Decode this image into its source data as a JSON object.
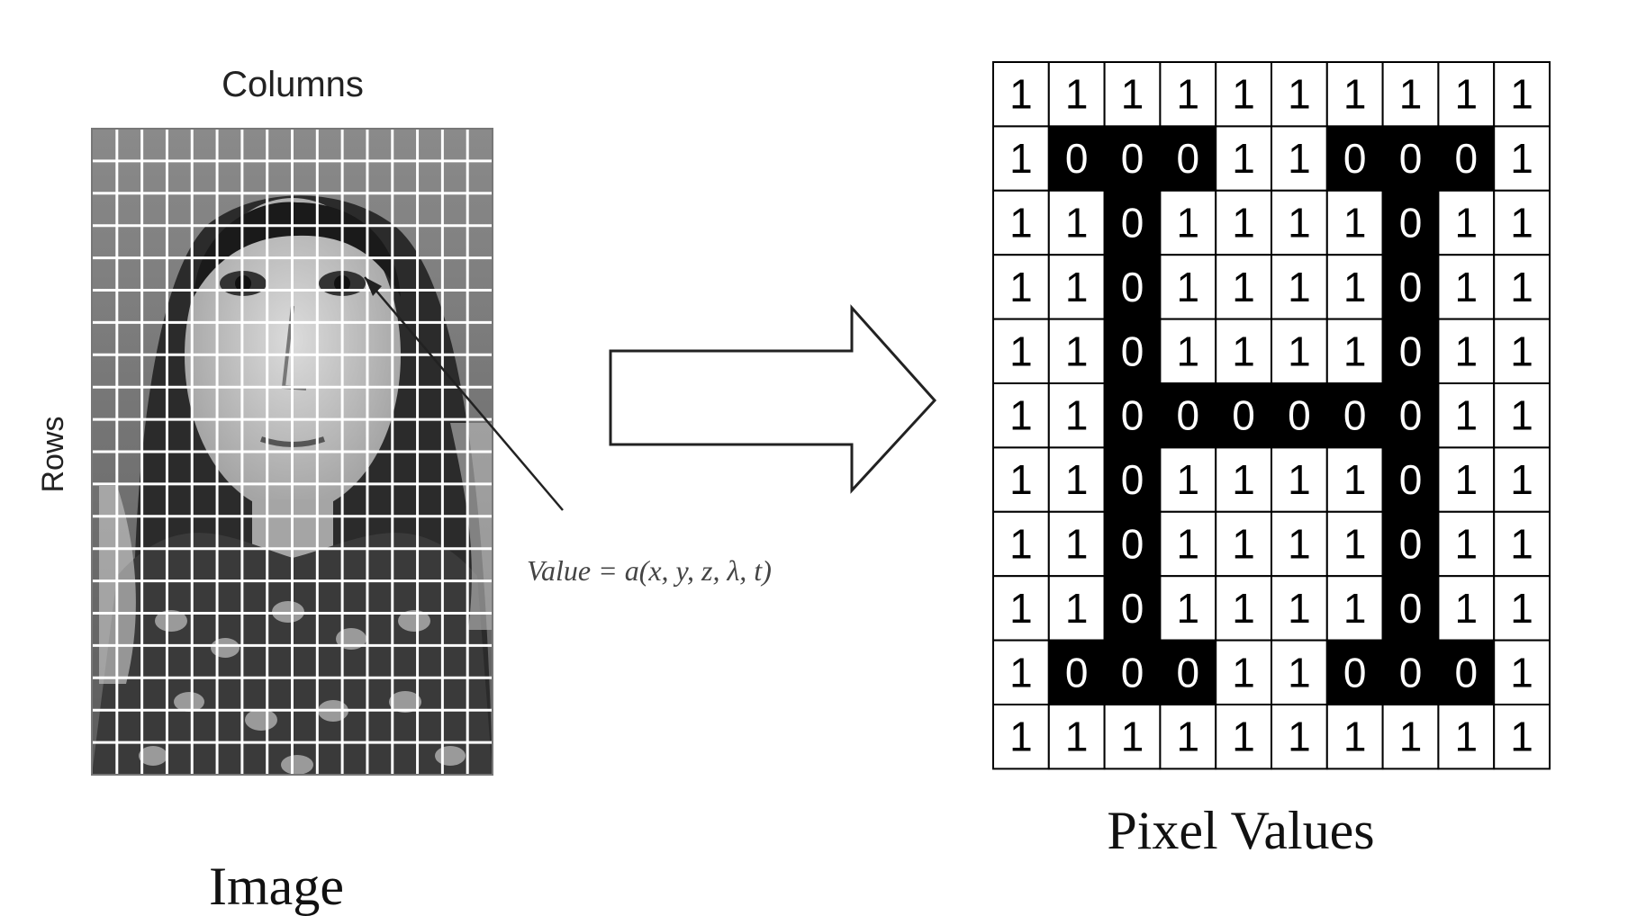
{
  "image_panel": {
    "columns_label": "Columns",
    "rows_label": "Rows",
    "caption": "Image",
    "formula": "Value = a(x, y, z, λ, t)",
    "grid": {
      "cols": 16,
      "rows": 20
    }
  },
  "arrow": {
    "shape": "right-arrow",
    "fill": "#ffffff",
    "stroke": "#222222"
  },
  "pixel_panel": {
    "caption": "Pixel Values",
    "matrix": [
      [
        1,
        1,
        1,
        1,
        1,
        1,
        1,
        1,
        1,
        1
      ],
      [
        1,
        0,
        0,
        0,
        1,
        1,
        0,
        0,
        0,
        1
      ],
      [
        1,
        1,
        0,
        1,
        1,
        1,
        1,
        0,
        1,
        1
      ],
      [
        1,
        1,
        0,
        1,
        1,
        1,
        1,
        0,
        1,
        1
      ],
      [
        1,
        1,
        0,
        1,
        1,
        1,
        1,
        0,
        1,
        1
      ],
      [
        1,
        1,
        0,
        0,
        0,
        0,
        0,
        0,
        1,
        1
      ],
      [
        1,
        1,
        0,
        1,
        1,
        1,
        1,
        0,
        1,
        1
      ],
      [
        1,
        1,
        0,
        1,
        1,
        1,
        1,
        0,
        1,
        1
      ],
      [
        1,
        1,
        0,
        1,
        1,
        1,
        1,
        0,
        1,
        1
      ],
      [
        1,
        0,
        0,
        0,
        1,
        1,
        0,
        0,
        0,
        1
      ],
      [
        1,
        1,
        1,
        1,
        1,
        1,
        1,
        1,
        1,
        1
      ]
    ],
    "colors": {
      "zero_fill": "#000000",
      "zero_text": "#ffffff",
      "one_fill": "#ffffff",
      "one_text": "#000000",
      "grid_line": "#000000"
    }
  }
}
